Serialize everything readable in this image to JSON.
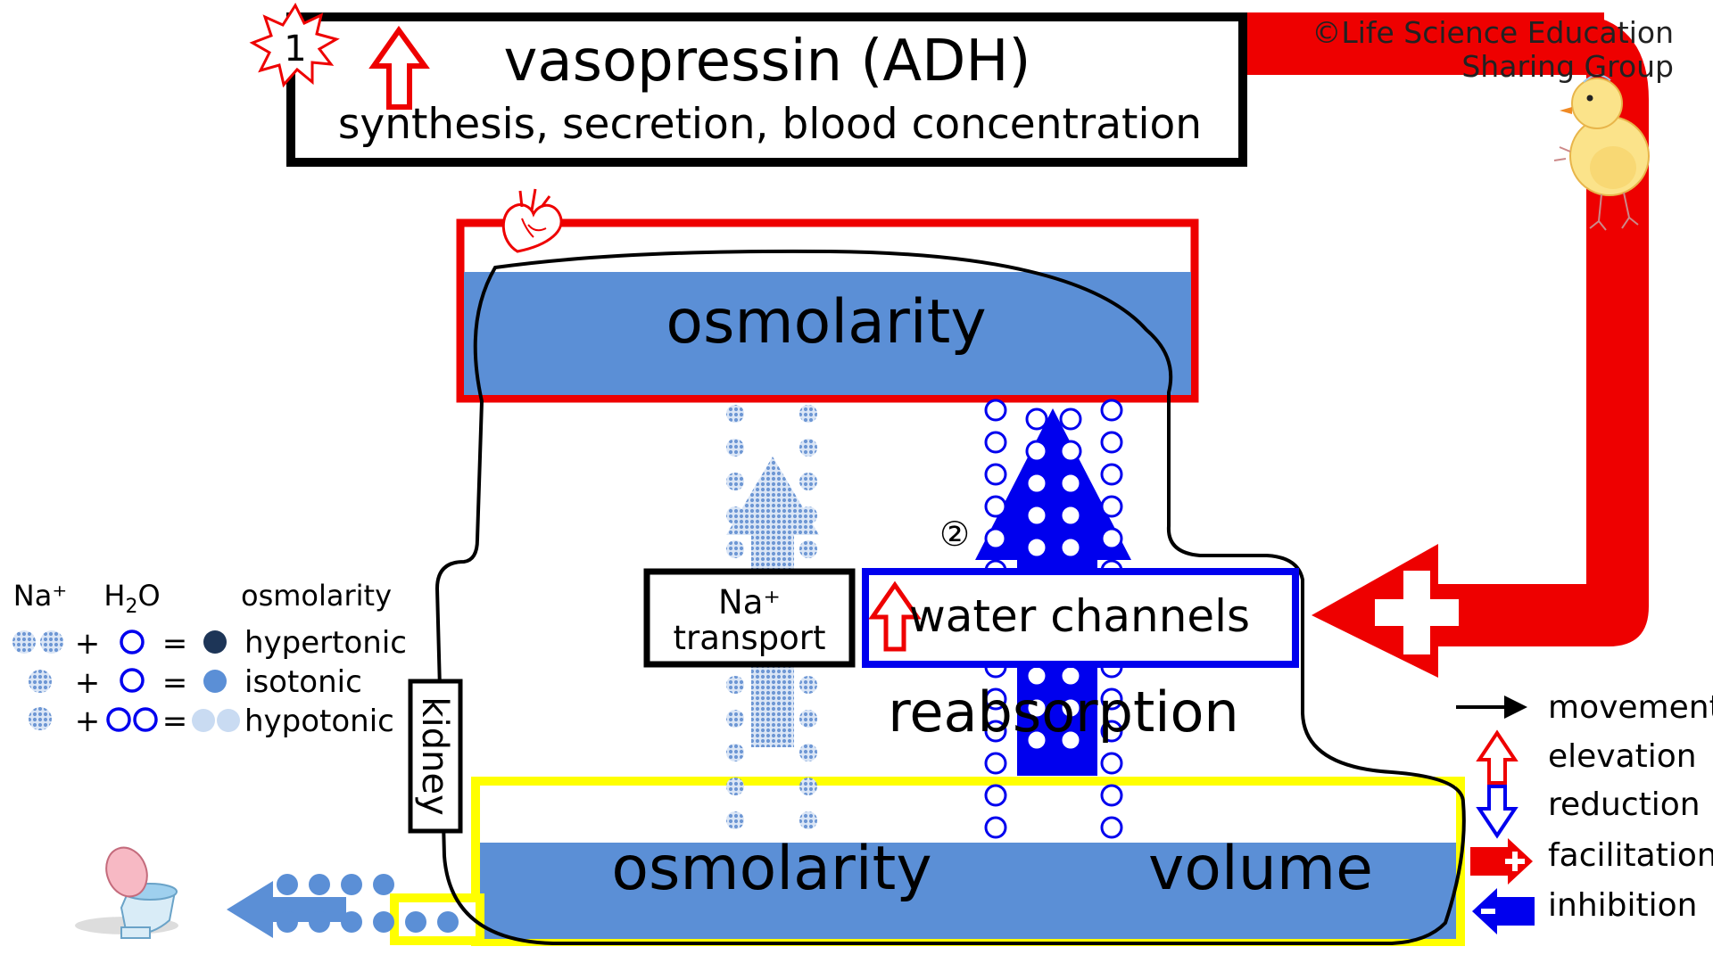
{
  "copyright": [
    "©Life Science Education",
    "Sharing Group"
  ],
  "header": {
    "step": "1",
    "title": "vasopressin (ADH)",
    "subtitle": "synthesis, secretion, blood concentration"
  },
  "blood": {
    "label": "osmolarity"
  },
  "channels": {
    "step": "②",
    "label": "water channels"
  },
  "na_box": {
    "line1": "Na⁺",
    "line2": "transport"
  },
  "reabsorption": "reabsorption",
  "kidney_label": "kidney",
  "urine": {
    "left": "osmolarity",
    "right": "volume"
  },
  "osmo_legend": {
    "head_na": "Na⁺",
    "head_h2o_a": "H",
    "head_h2o_sub": "2",
    "head_h2o_b": "O",
    "head_osmo": "osmolarity",
    "plus": "+",
    "equals": "=",
    "rows": [
      "hypertonic",
      "isotonic",
      "hypotonic"
    ]
  },
  "arrow_legend": [
    "movement",
    "elevation",
    "reduction",
    "facilitation",
    "inhibition"
  ],
  "colors": {
    "red": "#ee0000",
    "blue": "#0000ee",
    "water_blue": "#5b8fd6",
    "na_dots": "#8fb0de",
    "yellow": "#ffff00",
    "navy": "#1d3557"
  },
  "icons": [
    "heart-icon",
    "chick-icon",
    "toilet-icon",
    "starburst-icon"
  ]
}
